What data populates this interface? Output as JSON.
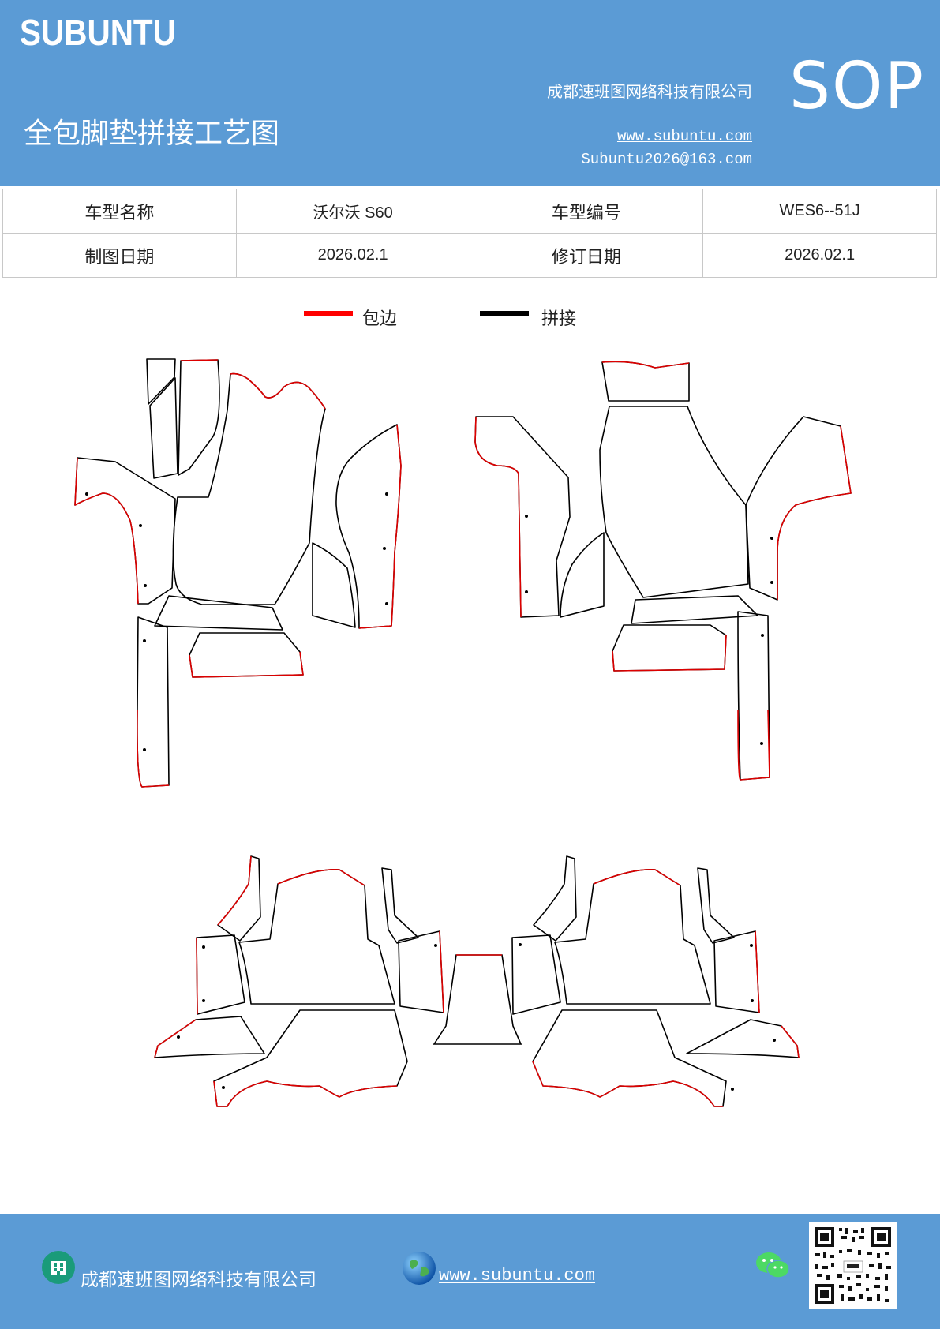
{
  "header": {
    "brand": "SUBUNTU",
    "doc_title": "全包脚垫拼接工艺图",
    "company": "成都速班图网络科技有限公司",
    "website": "www.subuntu.com",
    "email": "Subuntu2026@163.com",
    "sop": "SOP",
    "bg_color": "#5b9bd5"
  },
  "info_table": {
    "rows": [
      {
        "label1": "车型名称",
        "value1": "沃尔沃 S60",
        "label2": "车型编号",
        "value2": "WES6--51J"
      },
      {
        "label1": "制图日期",
        "value1": "2026.02.1",
        "label2": "修订日期",
        "value2": "2026.02.1"
      }
    ]
  },
  "legend": {
    "items": [
      {
        "label": "包边",
        "color": "#ff0000"
      },
      {
        "label": "拼接",
        "color": "#000000"
      }
    ]
  },
  "footer": {
    "company": "成都速班图网络科技有限公司",
    "website": "www.subuntu.com",
    "icons": [
      "building-icon",
      "globe-icon",
      "wechat-icon",
      "qr-code"
    ]
  }
}
